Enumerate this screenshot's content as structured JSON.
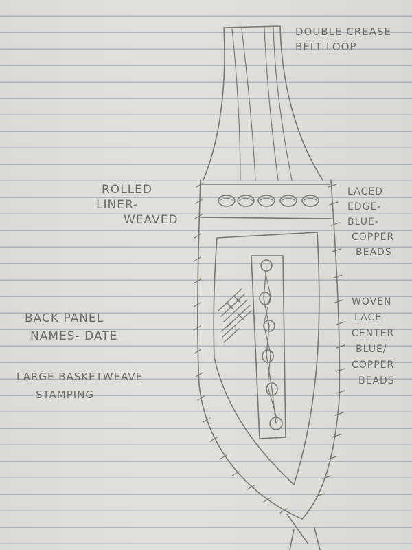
{
  "labels": {
    "belt_loop": [
      "DOUBLE CREASE",
      "BELT LOOP"
    ],
    "rolled_liner": [
      "ROLLED",
      "LINER-",
      "WEAVED"
    ],
    "laced_edge": [
      "LACED",
      "EDGE-",
      "BLUE-",
      "COPPER",
      "BEADS"
    ],
    "back_panel": [
      "BACK PANEL",
      "NAMES- DATE"
    ],
    "basketweave": [
      "LARGE BASKETWEAVE",
      "STAMPING"
    ],
    "woven_lace": [
      "WOVEN",
      "LACE",
      "CENTER",
      "BLUE/",
      "COPPER",
      "BEADS"
    ]
  },
  "colors": {
    "pencil": "#7a7772",
    "paper": "#e3e1dc",
    "rule": "#a9b6c6"
  }
}
